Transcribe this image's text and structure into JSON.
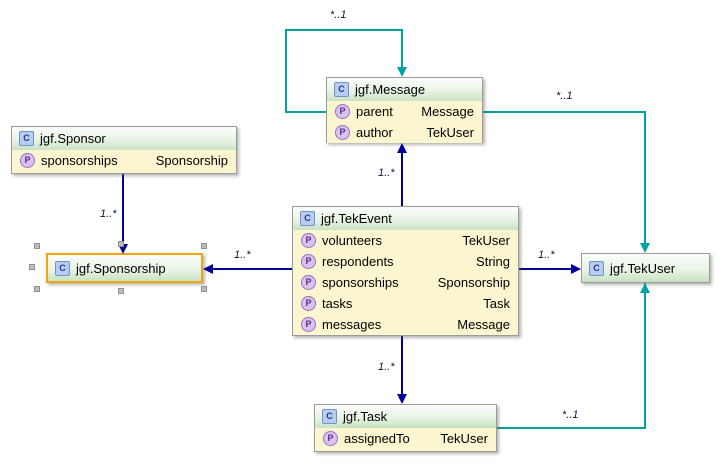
{
  "icons": {
    "class_letter": "C",
    "property_letter": "P"
  },
  "diagram": {
    "classes": {
      "sponsor": {
        "title": "jgf.Sponsor",
        "properties": [
          {
            "name": "sponsorships",
            "type": "Sponsorship"
          }
        ]
      },
      "message": {
        "title": "jgf.Message",
        "properties": [
          {
            "name": "parent",
            "type": "Message"
          },
          {
            "name": "author",
            "type": "TekUser"
          }
        ]
      },
      "tekevent": {
        "title": "jgf.TekEvent",
        "properties": [
          {
            "name": "volunteers",
            "type": "TekUser"
          },
          {
            "name": "respondents",
            "type": "String"
          },
          {
            "name": "sponsorships",
            "type": "Sponsorship"
          },
          {
            "name": "tasks",
            "type": "Task"
          },
          {
            "name": "messages",
            "type": "Message"
          }
        ]
      },
      "sponsorship": {
        "title": "jgf.Sponsorship",
        "selected": true,
        "properties": []
      },
      "tekuser": {
        "title": "jgf.TekUser",
        "properties": []
      },
      "task": {
        "title": "jgf.Task",
        "properties": [
          {
            "name": "assignedTo",
            "type": "TekUser"
          }
        ]
      }
    },
    "edges": {
      "message_self": {
        "label": "*..1"
      },
      "message_to_tekuser": {
        "label": "*..1"
      },
      "task_to_tekuser": {
        "label": "*..1"
      },
      "tekevent_to_message": {
        "label": "1..*"
      },
      "sponsor_to_sponsorship": {
        "label": "1..*"
      },
      "tekevent_to_sponsorship": {
        "label": "1..*"
      },
      "tekevent_to_tekuser": {
        "label": "1..*"
      },
      "tekevent_to_task": {
        "label": "1..*"
      }
    },
    "colors": {
      "association_blue": "#00009a",
      "association_teal": "#00a3a3",
      "selection_border": "#f2a60d",
      "box_body": "#fcf6d0",
      "header_gradient_top": "#fbfdfa",
      "header_gradient_bottom": "#c8e2c4"
    }
  }
}
